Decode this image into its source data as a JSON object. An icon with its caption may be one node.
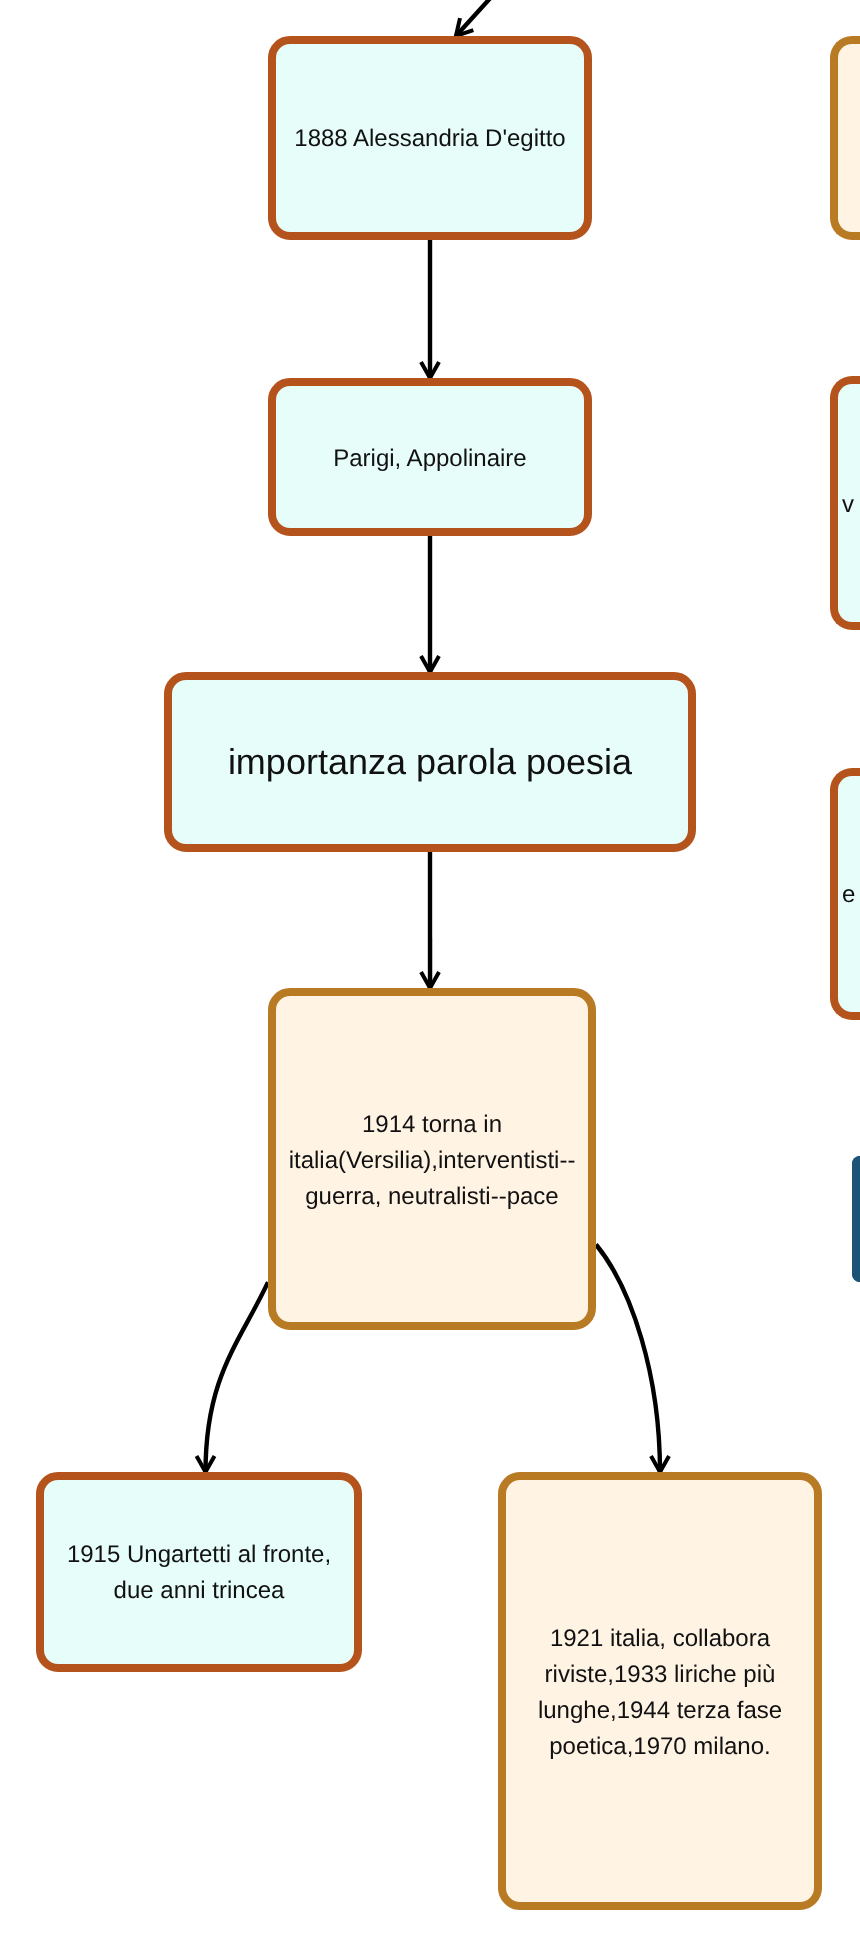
{
  "diagram": {
    "nodes": [
      {
        "text": [
          "1888 Alessandria D'egitto"
        ]
      },
      {
        "text": [],
        "shape": "box"
      },
      {
        "text": [
          "Parigi, Appolinaire"
        ]
      },
      {
        "text": [
          "v"
        ]
      },
      {
        "text": [
          "importanza parola poesia"
        ]
      },
      {
        "text": [
          "e"
        ]
      },
      {
        "text": [
          "1914 torna in italia(Versilia),interventisti-- guerra, neutralisti--pace"
        ]
      },
      {
        "text": [],
        "shape": "box"
      },
      {
        "text": [
          "1915 Ungartetti al fronte, due anni trincea"
        ]
      },
      {
        "text": [
          "1921 italia, collabora riviste,1933 liriche più lunghe,1944 terza fase poetica,1970 milano."
        ]
      }
    ],
    "edges": [
      {
        "from": null,
        "to": 0,
        "arrow": "to"
      },
      {
        "from": 0,
        "to": 2,
        "arrow": "to"
      },
      {
        "from": 2,
        "to": 4,
        "arrow": "to"
      },
      {
        "from": 4,
        "to": 6,
        "arrow": "to"
      },
      {
        "from": 6,
        "to": 8,
        "arrow": "to"
      },
      {
        "from": 6,
        "to": 9,
        "arrow": "to"
      }
    ]
  }
}
